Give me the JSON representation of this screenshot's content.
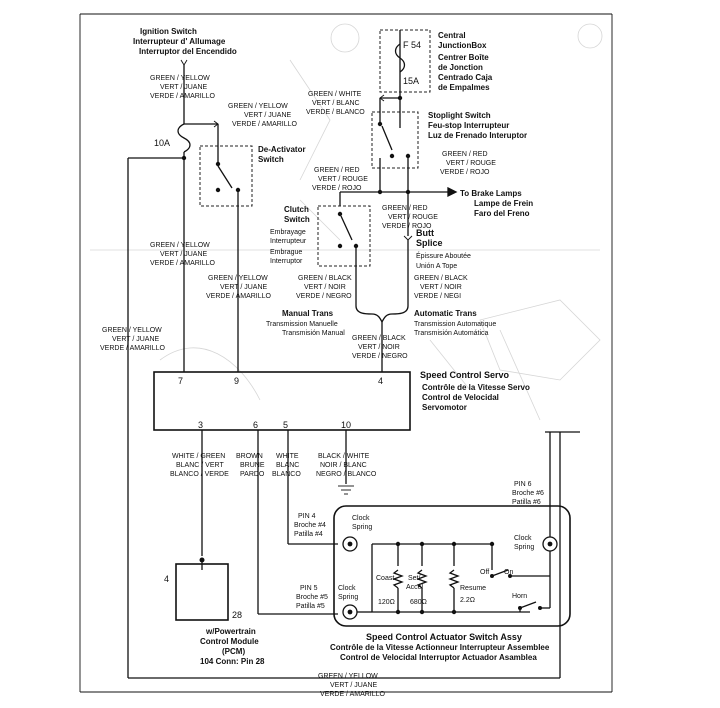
{
  "ignition": {
    "title": "Ignition Switch",
    "fr": "Interrupteur d' Allumage",
    "es": "Interruptor del Encendido"
  },
  "wire_gy": [
    "GREEN / YELLOW",
    "VERT / JUANE",
    "VERDE / AMARILLO"
  ],
  "wire_gw": [
    "GREEN / WHITE",
    "VERT / BLANC",
    "VERDE / BLANCO"
  ],
  "wire_gr": [
    "GREEN / RED",
    "VERT / ROUGE",
    "VERDE / ROJO"
  ],
  "wire_gb": [
    "GREEN / BLACK",
    "VERT / NOIR",
    "VERDE / NEGRO"
  ],
  "wire_gb_neg": [
    "GREEN / BLACK",
    "VERT / NOIR",
    "VERDE / NEGI"
  ],
  "fuse_10a": "10A",
  "deactivator": {
    "line1": "De-Activator",
    "line2": "Switch"
  },
  "cjb": {
    "fuse": "F 54",
    "amps": "15A",
    "en1": "Central",
    "en2": "JunctionBox",
    "fr1": "Centrer Boîte",
    "fr2": "de Jonction",
    "es1": "Centrado Caja",
    "es2": "de Empalmes"
  },
  "stoplight": {
    "title": "Stoplight Switch",
    "fr": "Feu-stop Interrupteur",
    "es": "Luz de Frenado Interuptor"
  },
  "brake_lamps": {
    "en": "To Brake Lamps",
    "fr": "Lampe de Frein",
    "es": "Faro del Freno"
  },
  "clutch": {
    "line1": "Clutch",
    "line2": "Switch",
    "fr1": "Embrayage",
    "fr2": "Interrupteur",
    "es1": "Embrague",
    "es2": "Interruptor"
  },
  "butt_splice": {
    "line1": "Butt",
    "line2": "Splice",
    "fr": "Épissure Aboutée",
    "es": "Unión A Tope"
  },
  "manual_trans": {
    "en": "Manual Trans",
    "fr": "Transmission Manuelle",
    "es": "Transmisión Manual"
  },
  "auto_trans": {
    "en": "Automatic Trans",
    "fr": "Transmission Automatique",
    "es": "Transmisión Automática"
  },
  "servo": {
    "title": "Speed Control Servo",
    "fr": "Contrôle de la Vitesse Servo",
    "es": "Control de Velocidal",
    "es2": "Servomotor",
    "pins_top": [
      "7",
      "9",
      "4"
    ],
    "pins_bottom": [
      "3",
      "6",
      "5",
      "10"
    ]
  },
  "wire_wg": [
    "WHITE / GREEN",
    "BLANC / VERT",
    "BLANCO / VERDE"
  ],
  "wire_brown": [
    "BROWN",
    "BRUNE",
    "PARDO"
  ],
  "wire_white": [
    "WHITE",
    "BLANC",
    "BLANCO"
  ],
  "wire_bw": [
    "BLACK / WHITE",
    "NOIR / BLANC",
    "NEGRO / BLANCO"
  ],
  "pin4": [
    "PIN 4",
    "Broche #4",
    "Patilla #4"
  ],
  "pin5": [
    "PIN 5",
    "Broche #5",
    "Patilla #5"
  ],
  "pin6": [
    "PIN 6",
    "Broche #6",
    "Patilla #6"
  ],
  "clock_spring": [
    "Clock",
    "Spring"
  ],
  "switches": {
    "coast": "Coast",
    "coast_ohm": "120Ω",
    "set1": "Set/",
    "set2": "Accel",
    "set_ohm": "680Ω",
    "resume": "Resume",
    "resume_ohm": "2.2Ω",
    "off": "Off",
    "on": "On",
    "horn": "Horn"
  },
  "pcm": {
    "pin_left": "4",
    "pin_right": "28",
    "l1": "w/Powertrain",
    "l2": "Control Module",
    "l3": "(PCM)",
    "l4": "104 Conn: Pin 28"
  },
  "actuator": {
    "en": "Speed Control Actuator Switch Assy",
    "fr": "Contrôle de  la Vitesse Actionneur Interrupteur Assemblee",
    "es": "Control de Velocidal Interruptor Actuador Asamblea"
  }
}
